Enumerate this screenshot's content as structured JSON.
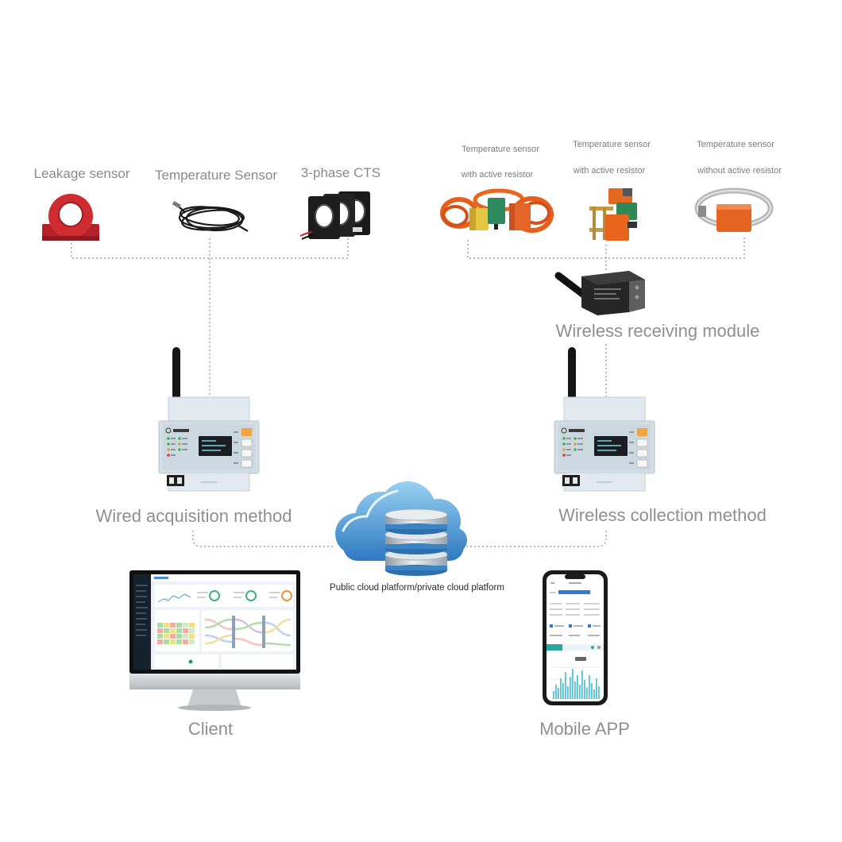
{
  "wired_sensors": {
    "leakage_sensor": "Leakage sensor",
    "temperature_sensor": "Temperature Sensor",
    "three_phase_cts": "3-phase CTS"
  },
  "wireless_sensors": [
    {
      "line1": "Temperature sensor",
      "line2": "with active resistor"
    },
    {
      "line1": "Temperature sensor",
      "line2": "with active resistor"
    },
    {
      "line1": "Temperature sensor",
      "line2": "without active resistor"
    }
  ],
  "wireless_receiving_module": "Wireless receiving module",
  "acquisition_methods": {
    "wired": "Wired acquisition method",
    "wireless": "Wireless collection method"
  },
  "cloud_platform": "Public cloud platform/private cloud platform",
  "endpoints": {
    "client": "Client",
    "mobile_app": "Mobile APP"
  },
  "colors": {
    "label_text": "#8a8a8a",
    "cloud_label_text": "#2b2b2b",
    "connector_line": "#8e8e8e",
    "cloud_blue": "#3a86c8",
    "sensor_orange": "#e5641e",
    "leakage_red": "#c9282d"
  }
}
